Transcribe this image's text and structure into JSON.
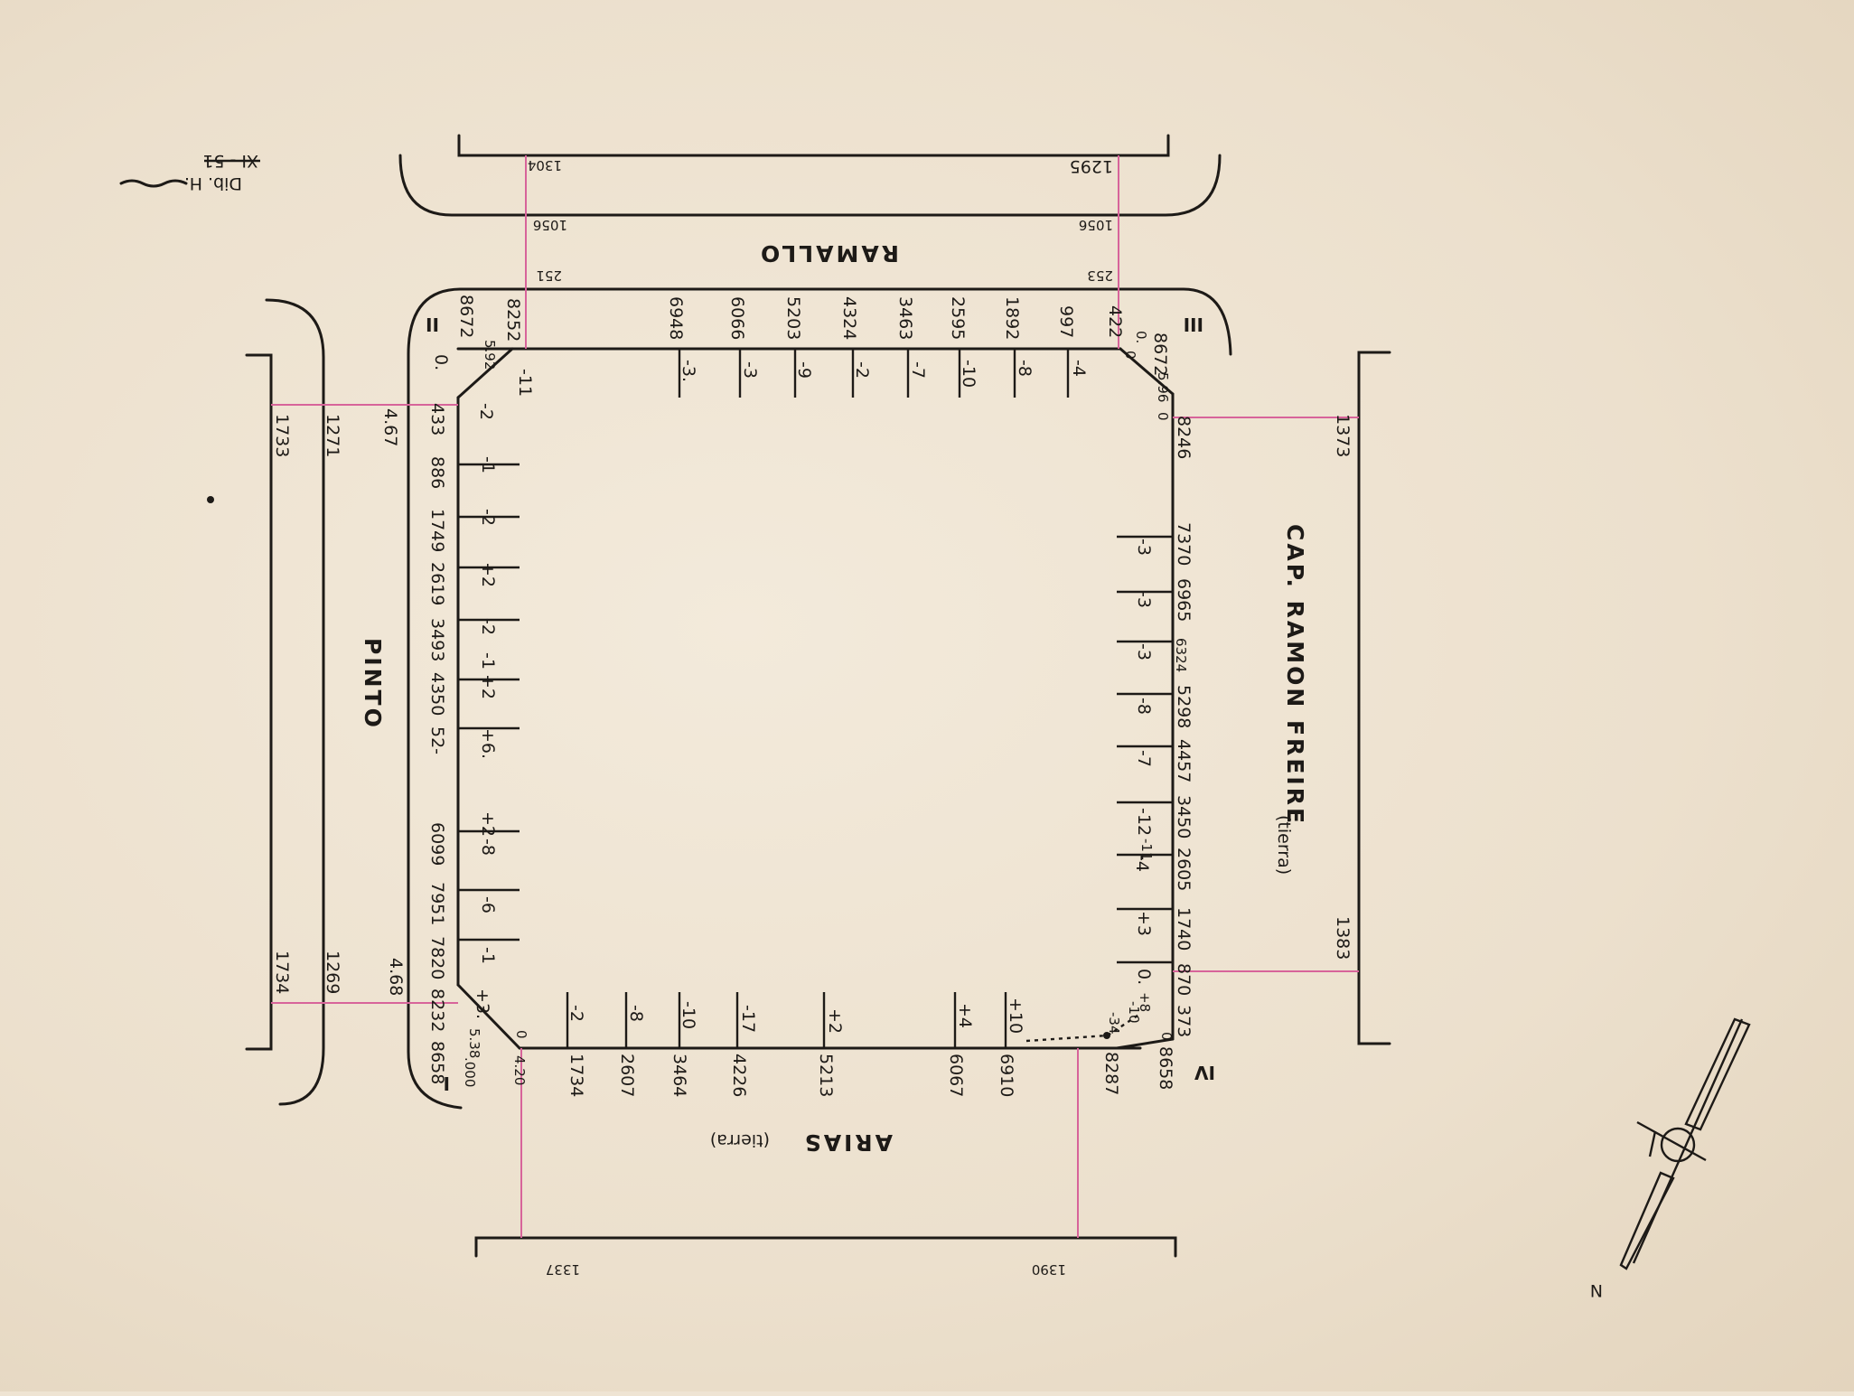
{
  "streets": {
    "top": "RAMALLO",
    "left": "PINTO",
    "right": "CAP. RAMON FREIRE",
    "right_note": "(tierra)",
    "bottom": "ARIAS",
    "bottom_note": "(tierra)"
  },
  "corners": {
    "I": "I",
    "II": "II",
    "III": "III",
    "IV": "IV"
  },
  "signature": {
    "text": "Dib. H.",
    "date": "XI - 51"
  },
  "north": "N",
  "labels": [
    "1304",
    "1295",
    "1056",
    "1056",
    "251",
    "253",
    "8252",
    "-11",
    "8672",
    "5.92",
    "0.",
    "6948",
    "-3.",
    "6066",
    "-3",
    "5203",
    "-9",
    "4324",
    "-2",
    "3463",
    "-7",
    "2595",
    "-10",
    "1892",
    "-8",
    "997",
    "-4",
    "422",
    "0",
    "8672",
    "0.",
    "5.96",
    "0",
    "1733",
    "1271",
    "4.67",
    "433",
    "-2",
    "886",
    "-1",
    "1749",
    "-2",
    "2619",
    "+2",
    "3493",
    "-2",
    "-1",
    "4350",
    "+2",
    "52-",
    "+6.",
    "6099",
    "+2",
    "-8",
    "7951",
    "-6",
    "7820",
    "-1",
    "1734",
    "1269",
    "4.68",
    "8232",
    "+3.",
    "5.38",
    "0",
    "8658",
    ".000",
    "1373",
    "8246",
    "7370",
    "-3",
    "6965",
    "-3",
    "6324",
    "-3",
    "5298",
    "-8",
    "4457",
    "-7",
    "3450",
    "-12",
    "2605",
    "-4",
    "-11",
    "1740",
    "+3",
    "1383",
    "870",
    "0.",
    "373",
    "-34",
    "+8",
    "-10",
    "8658",
    "0",
    "4.20",
    "1734",
    "-2",
    "2607",
    "-8",
    "3464",
    "-10",
    "4226",
    "-17",
    "5213",
    "+2",
    "6067",
    "+4",
    "6910",
    "+10",
    "8287",
    "1337",
    "1390"
  ]
}
